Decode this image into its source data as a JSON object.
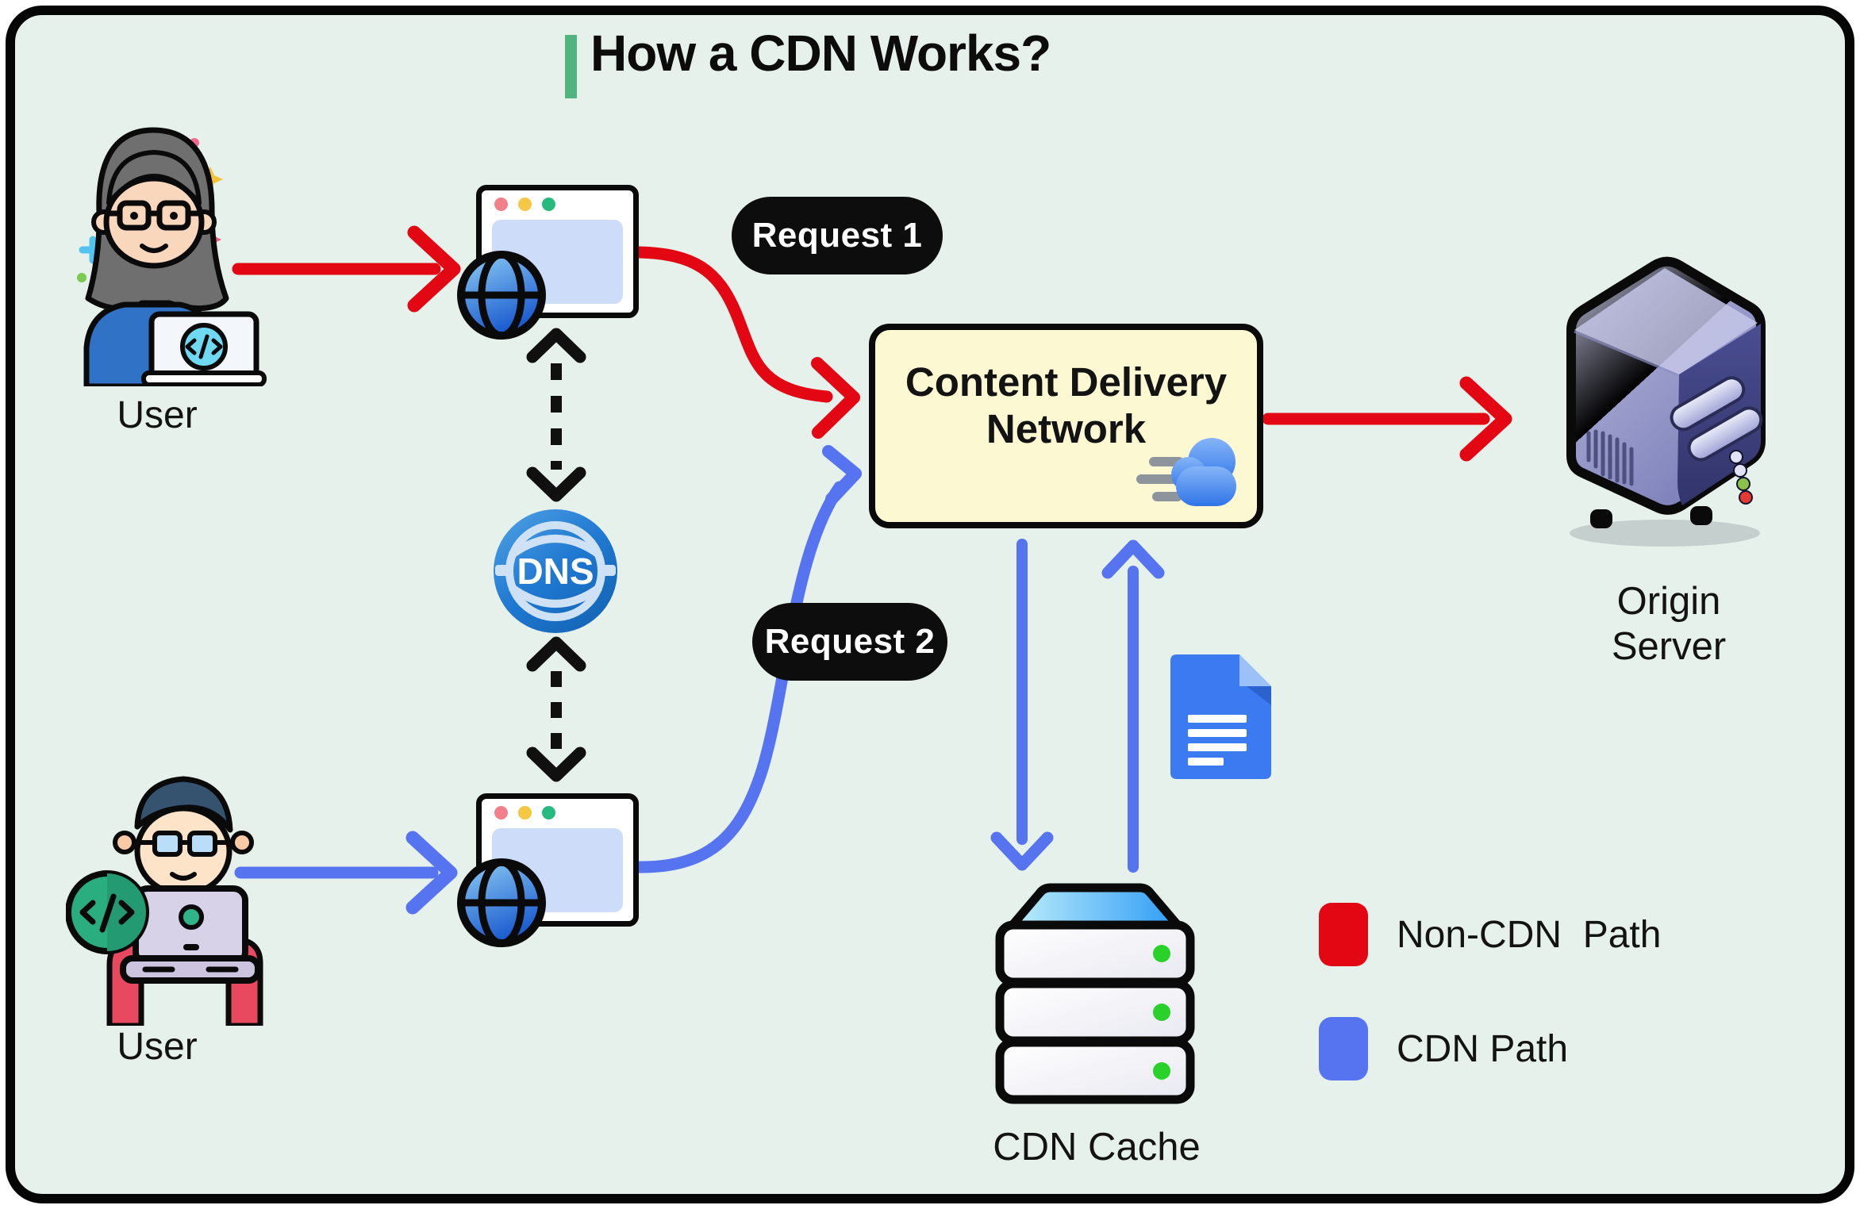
{
  "title": {
    "text": "How a CDN Works?",
    "accent_color": "#53b57e"
  },
  "users": {
    "top_label": "User",
    "bottom_label": "User"
  },
  "dns": {
    "label": "DNS"
  },
  "pills": {
    "request1": "Request 1",
    "request2": "Request 2"
  },
  "cdn_box": {
    "line1": "Content Delivery",
    "line2": "Network"
  },
  "origin_server": {
    "line1": "Origin",
    "line2": "Server"
  },
  "cache": {
    "label": "CDN Cache"
  },
  "legend": {
    "items": [
      {
        "label": "Non-CDN  Path",
        "color": "#e30613"
      },
      {
        "label": "CDN Path",
        "color": "#5674f0"
      }
    ]
  },
  "colors": {
    "background": "#e7f1ec",
    "frame_border": "#050505",
    "non_cdn_path_red": "#e30613",
    "cdn_path_blue": "#5674f0",
    "cdn_box_fill": "#fcf8d2",
    "browser_content": "#cdddf9",
    "dns_blue": "#1f78d1",
    "cache_dot_green": "#2bd12b",
    "title_accent": "#53b57e"
  }
}
